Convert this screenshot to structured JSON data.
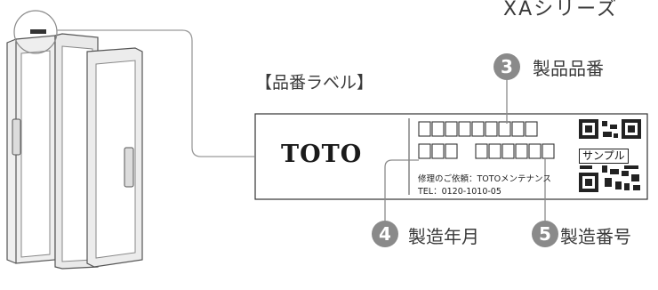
{
  "series_title": "XAシリーズ",
  "label_caption": "【品番ラベル】",
  "label": {
    "brand": "TOTO",
    "repair_line": "修理のご依頼：TOTOメンテナンス",
    "tel_line": "TEL：0120-1010-05",
    "sample_text": "サンプル"
  },
  "callouts": [
    {
      "number": "3",
      "text": "製品品番"
    },
    {
      "number": "4",
      "text": "製造年月"
    },
    {
      "number": "5",
      "text": "製造番号"
    }
  ],
  "colors": {
    "badge": "#8a8a8a",
    "line": "#9a9a9a",
    "text": "#3a3a3a"
  }
}
